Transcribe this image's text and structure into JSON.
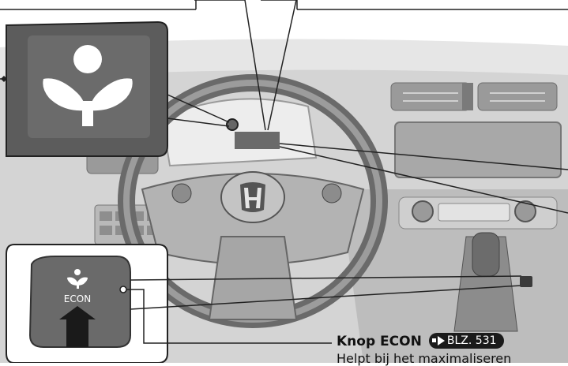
{
  "illustration": {
    "title": "ECON mode indicator and button on Honda dashboard",
    "button_label": "ECON",
    "icon_name": "eco-plant-icon",
    "indicator_color": "#ffffff"
  },
  "caption": {
    "title": "Knop ECON",
    "ref_label": "BLZ. 531",
    "subtitle": "Helpt bij het maximaliseren"
  },
  "colors": {
    "dash": "#cfcfcf",
    "dash_dark": "#8a8a8a",
    "callout_bg": "#5c5c5c",
    "button_bg": "#6a6a6a"
  }
}
